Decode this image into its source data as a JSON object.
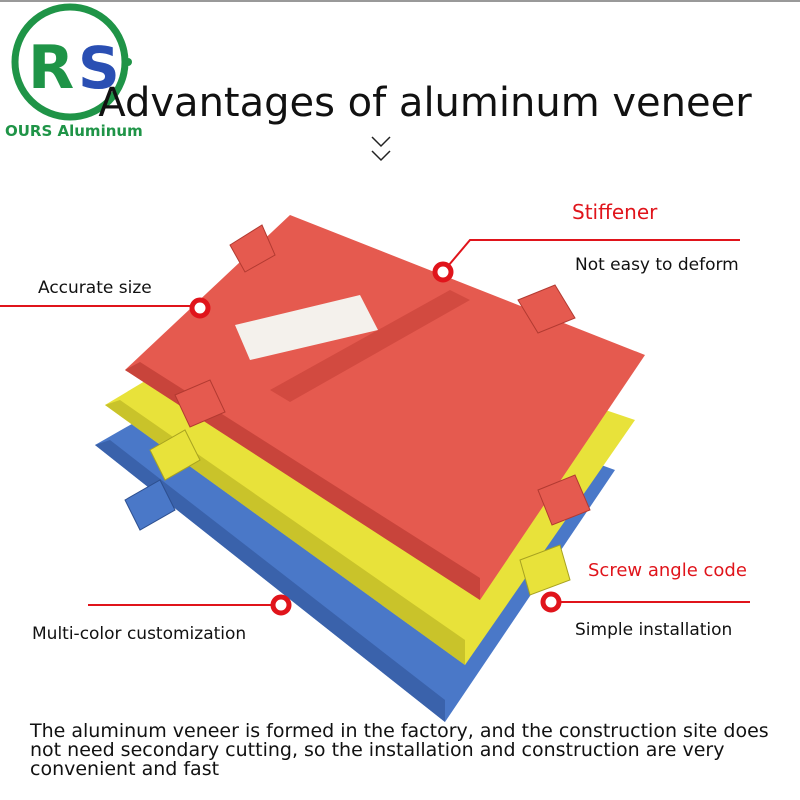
{
  "brand": {
    "logo_letters": "RS",
    "name": "OURS Aluminum"
  },
  "title": "Advantages of aluminum veneer",
  "callouts": {
    "stiffener": "Stiffener",
    "not_easy": "Not easy to deform",
    "accurate": "Accurate size",
    "screw": "Screw angle code",
    "simple": "Simple installation",
    "multicolor": "Multi-color customization"
  },
  "description": "The aluminum veneer is formed in the factory, and the construction site does not need secondary cutting, so the installation and construction are very convenient and fast",
  "colors": {
    "accent": "#e0141b",
    "brand_green": "#1f9447",
    "brand_blue": "#2a4fb3",
    "panel_red": "#e55a4f",
    "panel_yellow": "#e8e23a",
    "panel_blue": "#4a78c8"
  }
}
